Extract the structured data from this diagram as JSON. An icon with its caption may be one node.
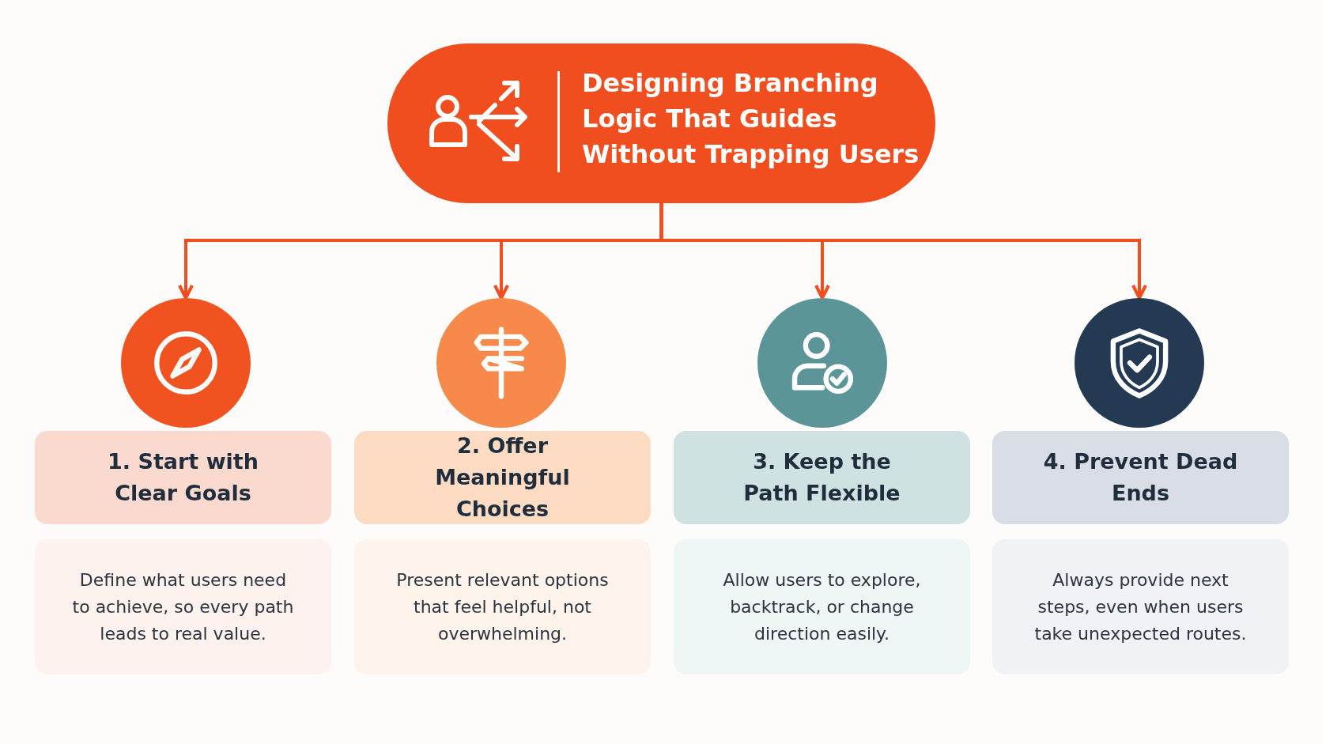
{
  "diagram": {
    "nodes": [
      {
        "text": [
          "Designing Branching Logic That Guides Without Trapping Users"
        ]
      },
      {
        "text": [],
        "shape": "circle"
      },
      {
        "text": [],
        "shape": "circle"
      },
      {
        "text": [],
        "shape": "circle"
      },
      {
        "text": [],
        "shape": "circle"
      },
      {
        "text": [
          "1. Start with Clear Goals"
        ]
      },
      {
        "text": [
          "2. Offer Meaningful Choices"
        ]
      },
      {
        "text": [
          "3. Keep the Path Flexible"
        ]
      },
      {
        "text": [
          "4. Prevent Dead Ends"
        ]
      },
      {
        "text": [
          "Define what users need to achieve, so every path leads to real value."
        ]
      },
      {
        "text": [
          "Present relevant options that feel helpful, not overwhelming."
        ]
      },
      {
        "text": [
          "Allow users to explore, backtrack, or change direction easily."
        ]
      },
      {
        "text": [
          "Always provide next steps, even when users take unexpected routes."
        ]
      }
    ],
    "edges": [
      {
        "from": 0,
        "to": 1,
        "arrow": "to"
      },
      {
        "from": 0,
        "to": 2,
        "arrow": "to"
      },
      {
        "from": 0,
        "to": 3,
        "arrow": "to"
      },
      {
        "from": 0,
        "to": 4,
        "arrow": "to"
      }
    ]
  }
}
